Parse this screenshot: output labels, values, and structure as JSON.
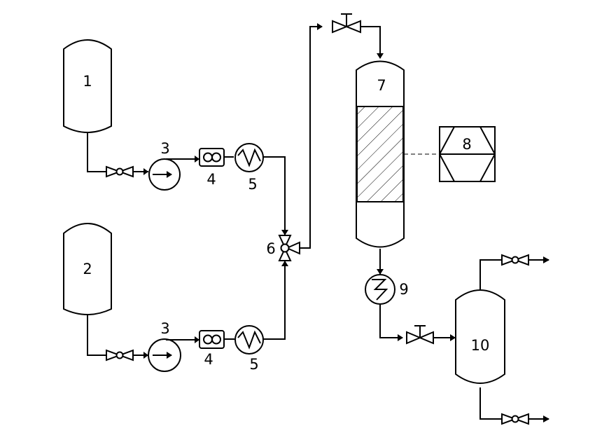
{
  "labels": {
    "tank_1": "1",
    "tank_2": "2",
    "pump_top": "3",
    "pump_bottom": "3",
    "meter_top": "4",
    "meter_bottom": "4",
    "heater_top": "5",
    "heater_bottom": "5",
    "mixer": "6",
    "reactor": "7",
    "furnace": "8",
    "cooler": "9",
    "separator": "10"
  }
}
